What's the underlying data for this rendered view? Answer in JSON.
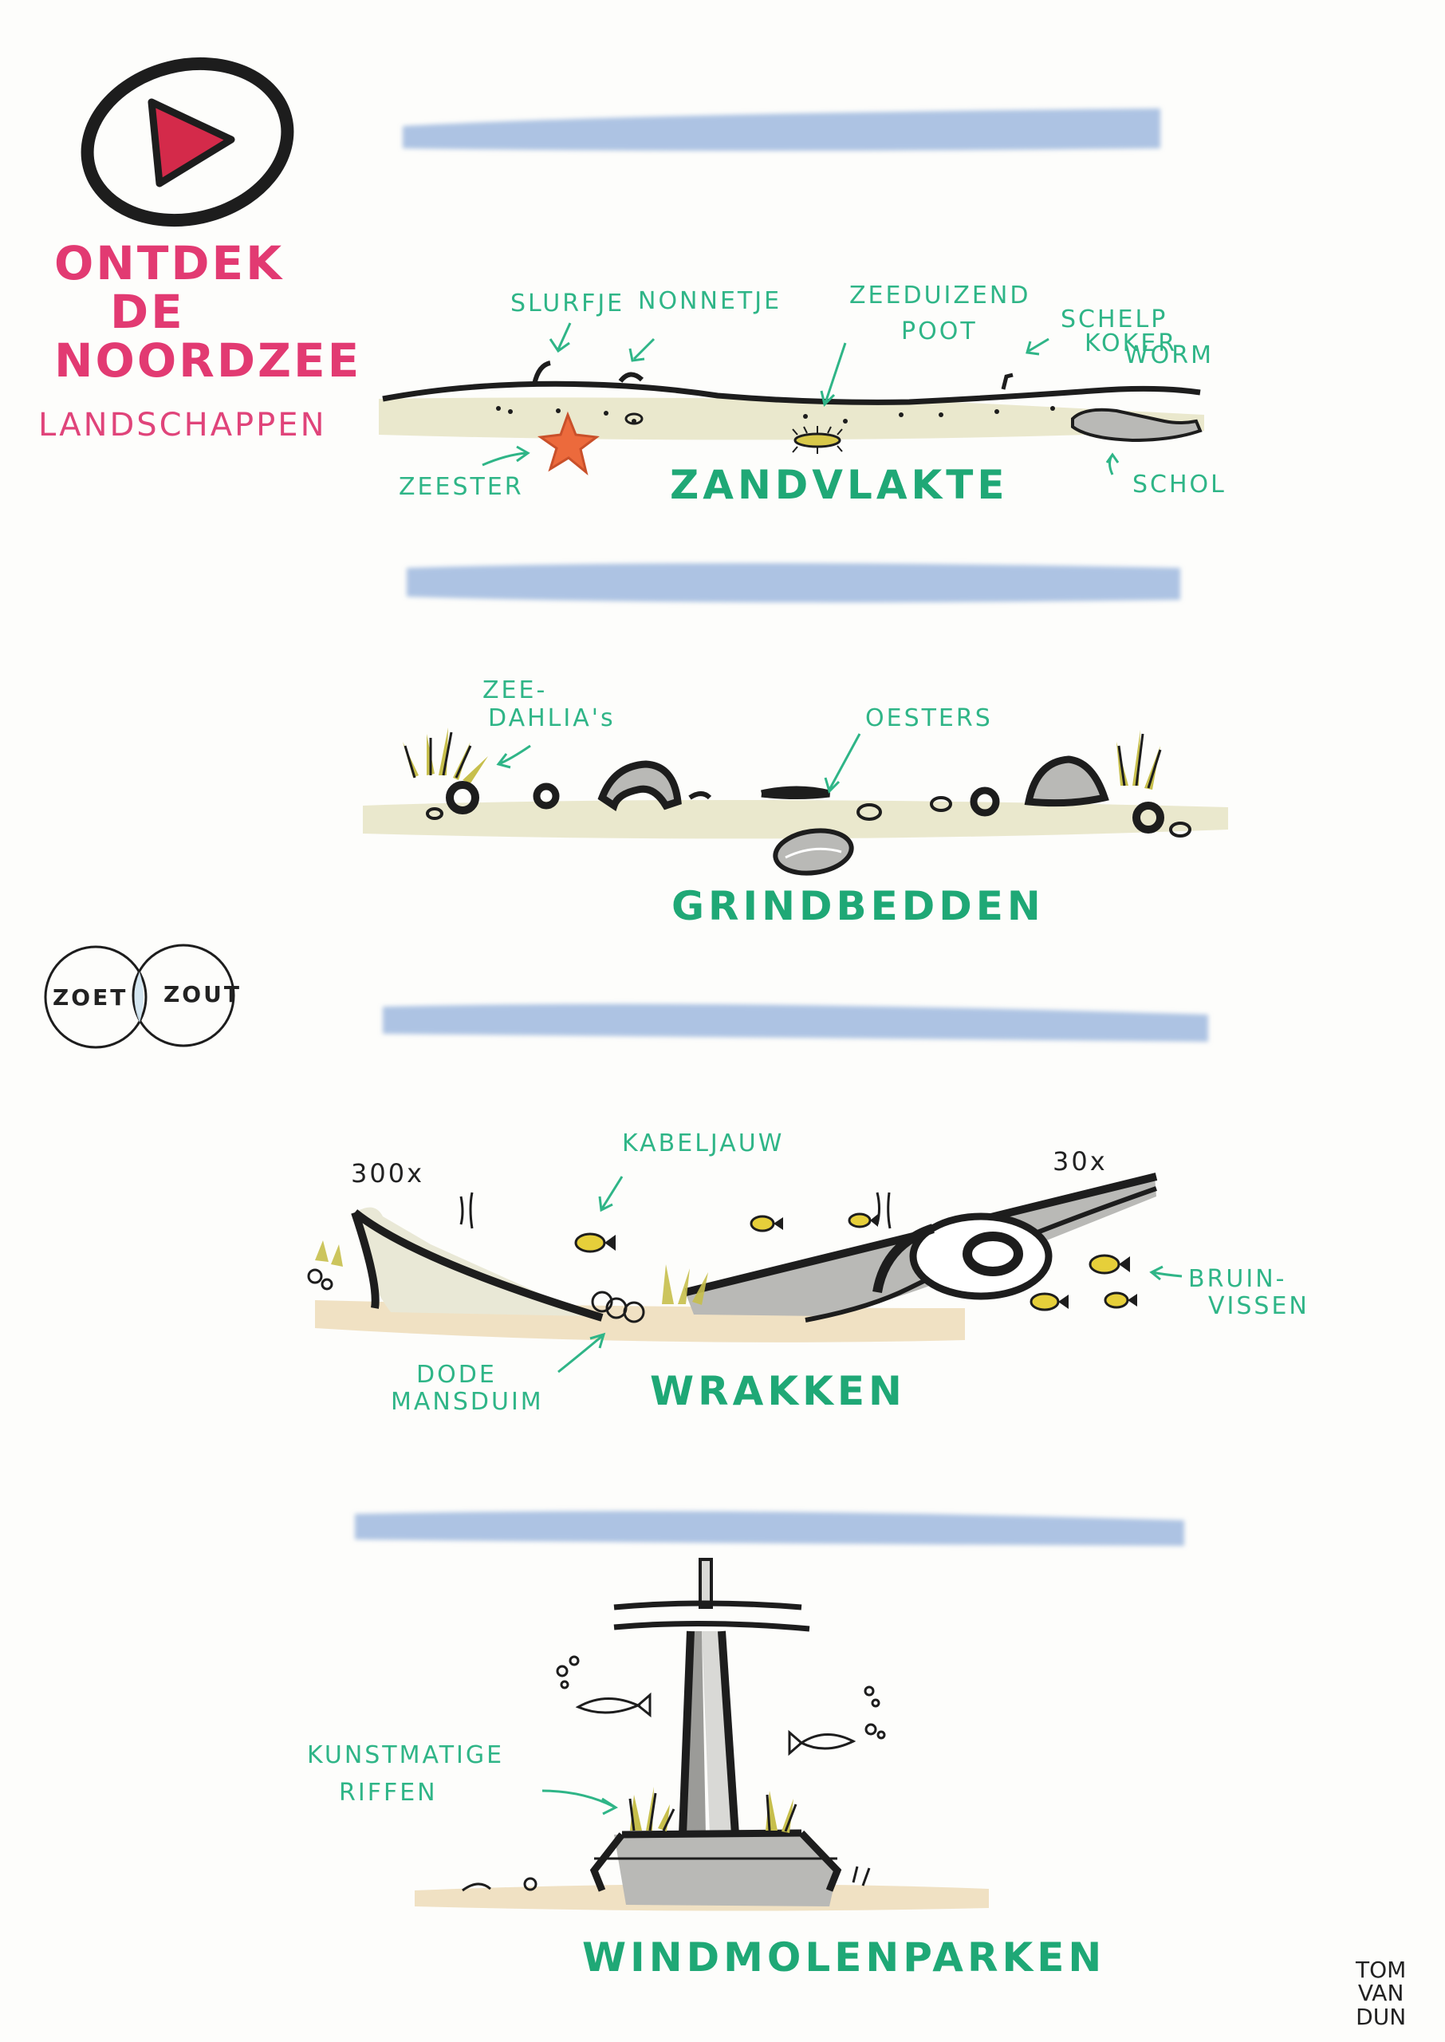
{
  "title": {
    "line1": "ONTDEK",
    "line2": "DE",
    "line3": "NOORDZEE",
    "subtitle": "LANDSCHAPPEN"
  },
  "logo": {
    "icon": "play-icon",
    "color": "#d42a4a"
  },
  "venn": {
    "left": "ZOET",
    "right": "ZOUT"
  },
  "sections": {
    "zandvlakte": {
      "title": "ZANDVLAKTE",
      "labels": {
        "slurfje": "SLURFJE",
        "nonnetje": "NONNETJE",
        "zeeduizendpoot_1": "ZEEDUIZEND",
        "zeeduizendpoot_2": "POOT",
        "schelpkokerworm_1": "SCHELP",
        "schelpkokerworm_2": "KOKER",
        "schelpkokerworm_3": "WORM",
        "zeester": "ZEESTER",
        "schol": "SCHOL"
      }
    },
    "grindbedden": {
      "title": "GRINDBEDDEN",
      "labels": {
        "zeedahlias_1": "ZEE-",
        "zeedahlias_2": "DAHLIA's",
        "oesters": "OESTERS"
      }
    },
    "wrakken": {
      "title": "WRAKKEN",
      "labels": {
        "count_left": "300x",
        "count_right": "30x",
        "kabeljauw": "KABELJAUW",
        "bruinvissen_1": "BRUIN-",
        "bruinvissen_2": "VISSEN",
        "dodemansduim_1": "DODE",
        "dodemansduim_2": "MANSDUIM"
      }
    },
    "windmolenparken": {
      "title": "WINDMOLENPARKEN",
      "labels": {
        "kunstmatige_1": "KUNSTMATIGE",
        "kunstmatige_2": "RIFFEN"
      }
    }
  },
  "signature": {
    "line1": "TOM",
    "line2": "VAN",
    "line3": "DUN"
  },
  "colors": {
    "water": "#9fb9de",
    "sand": "#e8e6c8",
    "sand_warm": "#eddcb8",
    "green_text": "#2fb587",
    "pink_text": "#e23a72",
    "grey": "#b9b9b6",
    "yellow": "#d8c84a",
    "orange": "#ec6a3c"
  }
}
